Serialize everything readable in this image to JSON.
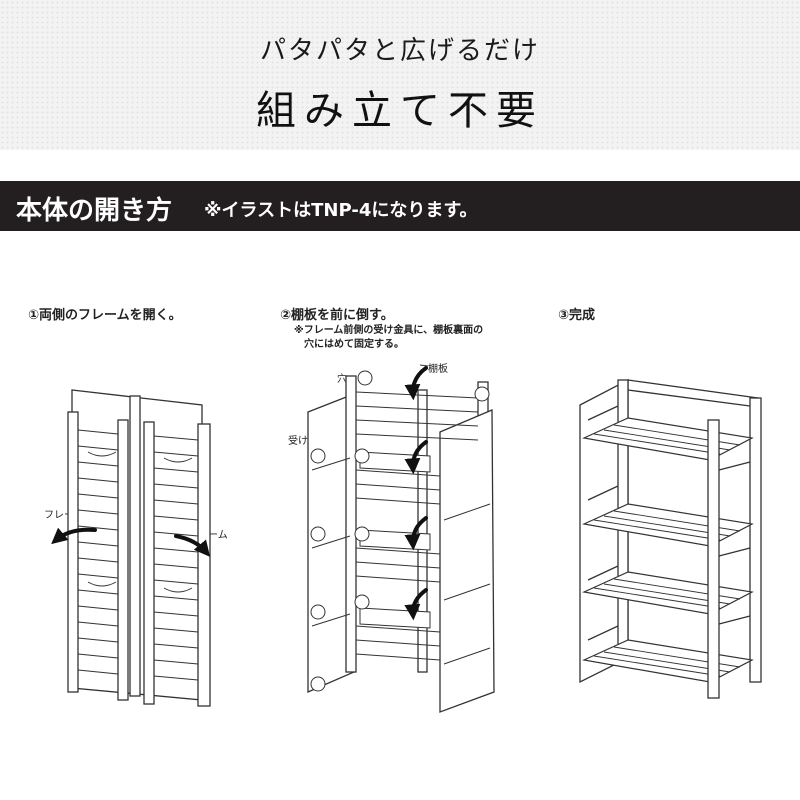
{
  "hero": {
    "subtitle": "パタパタと広げるだけ",
    "title": "組み立て不要"
  },
  "section": {
    "title": "本体の開き方",
    "note": "※イラストはTNP-4になります。"
  },
  "steps": [
    {
      "label": "①両側のフレームを開く。"
    },
    {
      "label": "②棚板を前に倒す。",
      "note_line1": "※フレーム前側の受け金具に、棚板裏面の",
      "note_line2": "穴にはめて固定する。"
    },
    {
      "label": "③完成"
    }
  ],
  "callouts": {
    "frame_left": "フレーム",
    "frame_right": "フレーム",
    "hole": "穴",
    "shelf": "棚板",
    "bracket": "受け金具"
  },
  "colors": {
    "ink": "#333333",
    "band": "#231f20"
  }
}
